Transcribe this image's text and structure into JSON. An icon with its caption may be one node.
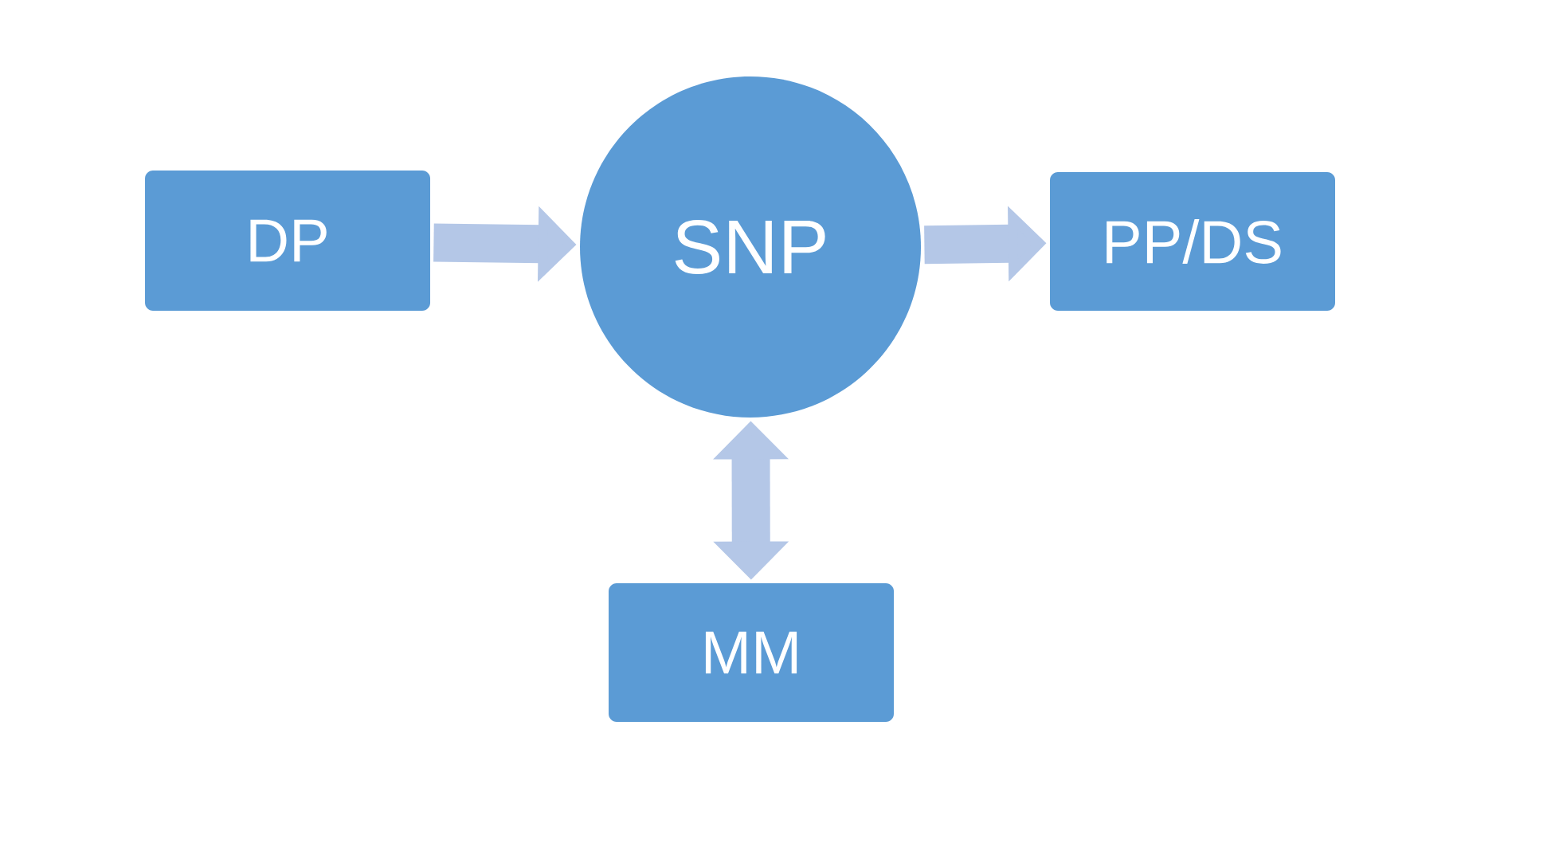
{
  "diagram": {
    "nodes": [
      {
        "text": [
          "DP"
        ]
      },
      {
        "text": [
          "SNP"
        ]
      },
      {
        "text": [
          "PP/DS"
        ]
      },
      {
        "text": [
          "MM"
        ]
      }
    ],
    "edges": [
      {
        "from": 0,
        "to": 1,
        "arrow": "to"
      },
      {
        "from": 1,
        "to": 2,
        "arrow": "to"
      },
      {
        "from": 1,
        "to": 3,
        "arrow": "both"
      }
    ]
  }
}
